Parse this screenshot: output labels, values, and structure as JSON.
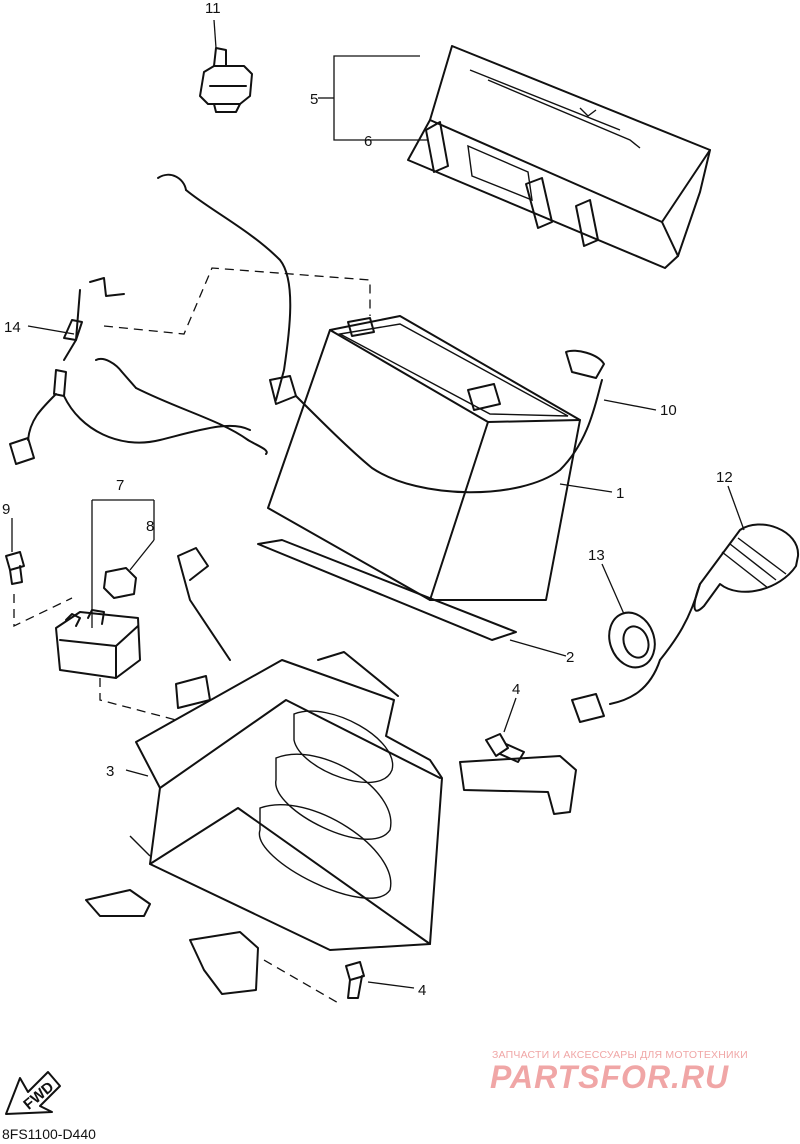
{
  "callouts": {
    "p1": "1",
    "p2": "2",
    "p3": "3",
    "p4a": "4",
    "p4b": "4",
    "p5": "5",
    "p6": "6",
    "p7": "7",
    "p8": "8",
    "p9": "9",
    "p10": "10",
    "p11": "11",
    "p12": "12",
    "p13": "13",
    "p14": "14"
  },
  "direction_badge": "FWD",
  "diagram_code": "8FS1100-D440",
  "watermark": {
    "tagline": "ЗАПЧАСТИ И АКСЕССУАРЫ ДЛЯ МОТОТЕХНИКИ",
    "logo_text": "PARTSFOR.RU",
    "color": "#f0a6a6"
  },
  "colors": {
    "line": "#111111",
    "background": "#ffffff"
  }
}
